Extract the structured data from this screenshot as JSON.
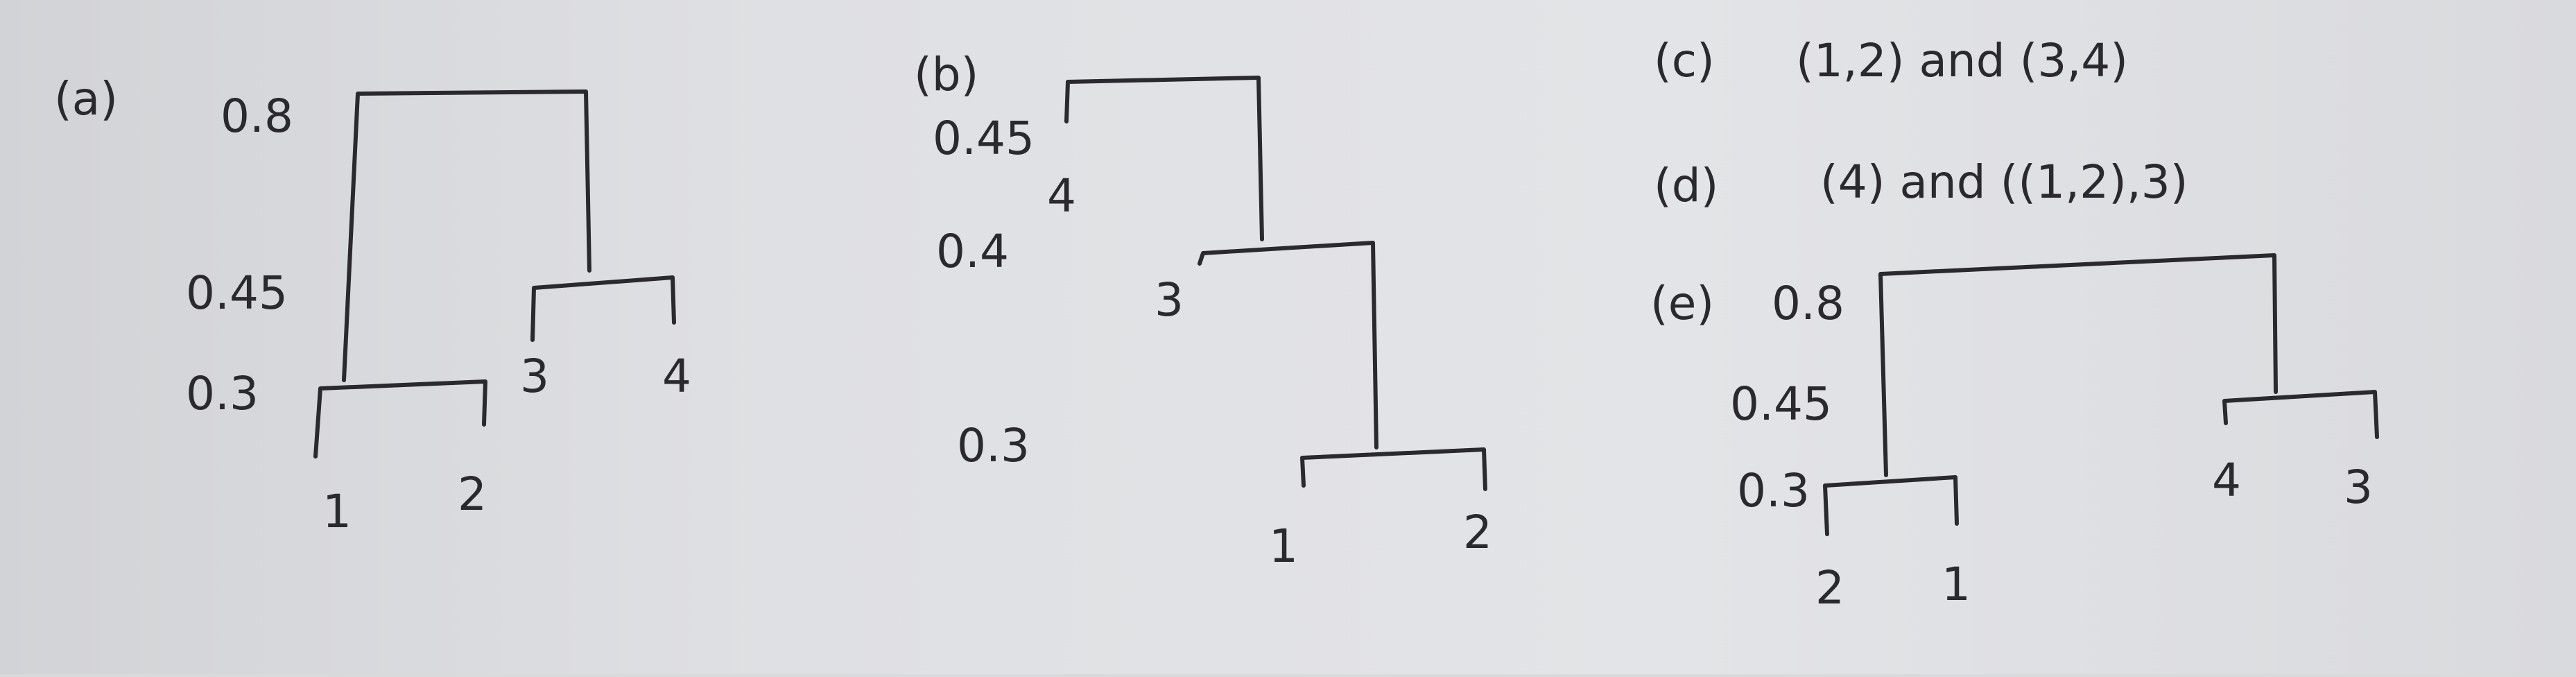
{
  "panel_a": {
    "label": "(a)",
    "heights": [
      "0.8",
      "0.45",
      "0.3"
    ],
    "leaves": [
      "1",
      "2",
      "3",
      "4"
    ]
  },
  "panel_b": {
    "label": "(b)",
    "heights": [
      "0.45",
      "0.4",
      "0.3"
    ],
    "leaves": [
      "4",
      "3",
      "1",
      "2"
    ]
  },
  "panel_c": {
    "label": "(c)",
    "text": "(1,2) and (3,4)"
  },
  "panel_d": {
    "label": "(d)",
    "text": "(4) and ((1,2),3)"
  },
  "panel_e": {
    "label": "(e)",
    "heights": [
      "0.8",
      "0.45",
      "0.3"
    ],
    "leaves": [
      "2",
      "1",
      "4",
      "3"
    ]
  }
}
